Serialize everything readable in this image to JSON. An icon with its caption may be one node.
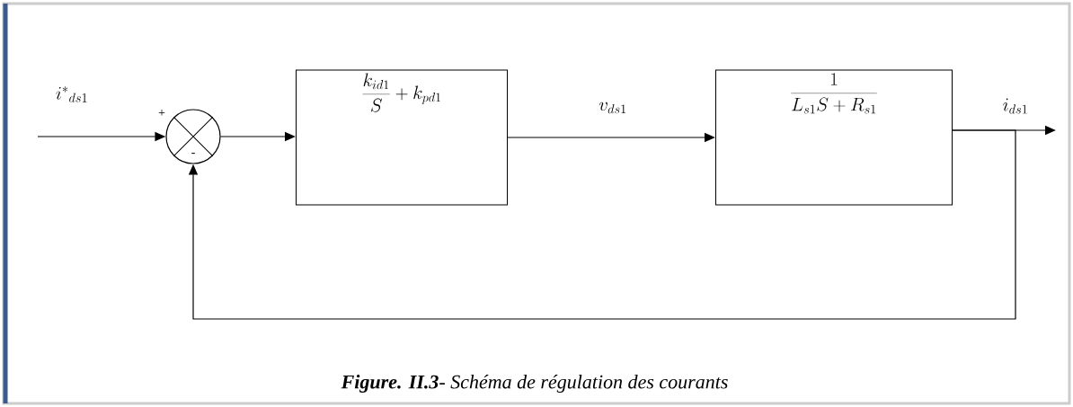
{
  "diagram": {
    "caption": "**Figure. II.3**- Schéma de régulation des courants",
    "nodes": [
      {
        "text": [],
        "shape": "circle"
      },
      {
        "text": [
          "\\frac{k_{id1}}{S}+k_{pd1}"
        ]
      },
      {
        "text": [
          "\\frac{1}{L_{s1}S+R_{s1}}"
        ]
      }
    ],
    "edges": [
      {
        "from": null,
        "to": 0,
        "arrow": "to",
        "label": "i^{*}{}_{ds1}"
      },
      {
        "from": 0,
        "to": 1,
        "arrow": "to"
      },
      {
        "from": 1,
        "to": 2,
        "arrow": "to",
        "label": "v_{ds1}"
      },
      {
        "from": 2,
        "to": null,
        "arrow": "to",
        "label": "i_{ds1}"
      },
      {
        "from": 2,
        "to": 0,
        "arrow": "to"
      }
    ],
    "labels": [
      "+",
      "-"
    ]
  }
}
